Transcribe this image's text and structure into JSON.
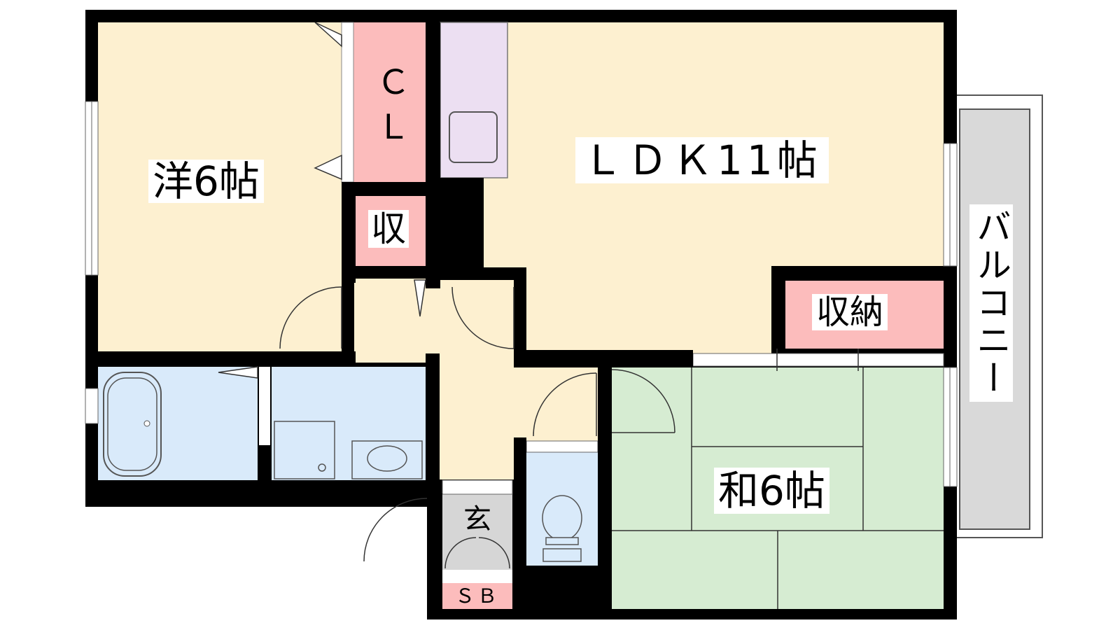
{
  "floor_plan": {
    "rooms": {
      "western_room": "洋6帖",
      "ldk": "ＬＤＫ11帖",
      "japanese_room": "和6帖",
      "balcony": "バルコニー"
    },
    "storage": {
      "closet_c": "Ｃ",
      "closet_l": "Ｌ",
      "small_storage": "収",
      "ldk_storage": "収納",
      "shoe_box": "ＳＢ"
    },
    "entrance": "玄"
  },
  "colors": {
    "wall": "#000000",
    "western_floor": "#fdf0d0",
    "ldk_floor": "#fdf0d0",
    "japanese_floor": "#d6ecd2",
    "storage_pink": "#fcbcbc",
    "kitchen_purple": "#ecdff2",
    "wet_area_blue": "#d9eafa",
    "entrance_grey": "#d6d6d6",
    "balcony_grey": "#d9d9d9"
  }
}
